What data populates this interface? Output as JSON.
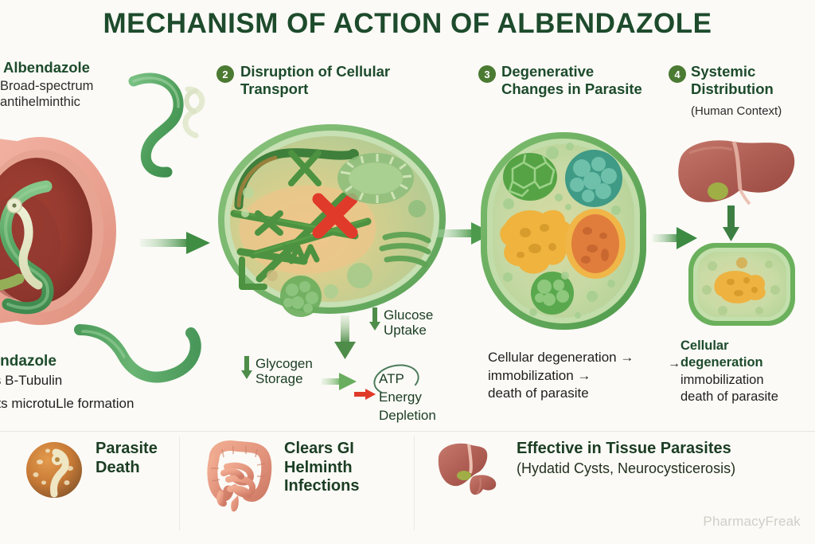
{
  "title": "MECHANISM OF ACTION OF ALBENDAZOLE",
  "colors": {
    "background": "#fbfaf6",
    "title_green": "#1d4b2c",
    "badge_green": "#4b7a33",
    "arrow_green": "#4e8c4a",
    "accent_red": "#e03a2a",
    "body_text": "#1f1f1f",
    "watermark": "#cfcfc8"
  },
  "steps": [
    {
      "number": "",
      "heading": "Albendazole",
      "subtitle": "Broad-spectrum\nantihelminthic",
      "sub_line1": "Broad-spectrum",
      "sub_line2": "antihelminthic"
    },
    {
      "number": "2",
      "heading_line1": "Disruption of Cellular",
      "heading_line2": "Transport"
    },
    {
      "number": "3",
      "heading_line1": "Degenerative",
      "heading_line2": "Changes in Parasite"
    },
    {
      "number": "4",
      "heading_line1": "Systemic",
      "heading_line2": "Distribution",
      "subtitle": "(Human Context)"
    }
  ],
  "albendazole_caption": {
    "line1": "bendazole",
    "line2": "nds B-Tubulin",
    "line3": "hibits microtuLle formation"
  },
  "effects": {
    "glucose": {
      "line1": "Glucose",
      "line2": "Uptake"
    },
    "glycogen": {
      "line1": "Glycogen",
      "line2": "Storage"
    },
    "atp": {
      "line1": "ATP",
      "line2": "Energy",
      "line3": "Depletion"
    }
  },
  "degeneration_step3": {
    "line1": "Cellular degeneration →",
    "line2": "immobilization →",
    "line3": "death of parasite"
  },
  "degeneration_step4": {
    "arrow": "→",
    "line1": "Cellular",
    "line2": "degeneration",
    "line3": "immobilization",
    "line4": "death of parasite"
  },
  "outcomes": [
    {
      "icon": "parasite-egg-icon",
      "label_line1": "Parasite",
      "label_line2": "Death",
      "detail": ""
    },
    {
      "icon": "intestine-icon",
      "label_line1": "Clears GI",
      "label_line2": "Helminth",
      "label_line3": "Infections",
      "detail": ""
    },
    {
      "icon": "liver-icon",
      "label_line1": "Effective in Tissue Parasites",
      "detail": "(Hydatid Cysts, Neurocysticerosis)"
    }
  ],
  "watermark": "PharmacyFreak"
}
